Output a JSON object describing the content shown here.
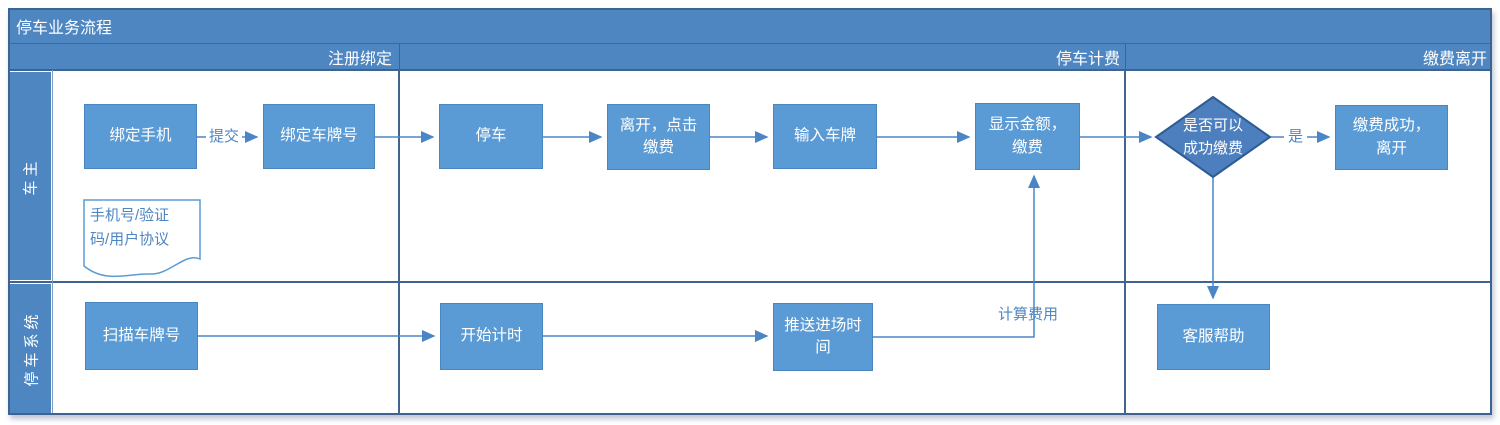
{
  "title": "停车业务流程",
  "phases": [
    {
      "label": "注册绑定"
    },
    {
      "label": "停车计费"
    },
    {
      "label": "缴费离开"
    }
  ],
  "lanes": [
    {
      "label": "车主"
    },
    {
      "label": "停车系统"
    }
  ],
  "nodes": {
    "bind_phone": {
      "label": "绑定手机"
    },
    "bind_plate": {
      "label": "绑定车牌号"
    },
    "park": {
      "label": "停车"
    },
    "leave_click_pay": {
      "label": "离开，点击\n缴费"
    },
    "enter_plate": {
      "label": "输入车牌"
    },
    "show_amount_pay": {
      "label": "显示金额，\n缴费"
    },
    "can_pay_succeed": {
      "label": "是否可以\n成功缴费"
    },
    "pay_success_leave": {
      "label": "缴费成功，\n离开"
    },
    "scan_plate": {
      "label": "扫描车牌号"
    },
    "start_timing": {
      "label": "开始计时"
    },
    "push_entry_time": {
      "label": "推送进场时\n间"
    },
    "customer_service": {
      "label": "客服帮助"
    }
  },
  "note": {
    "text": "手机号/验证\n码/用户协议"
  },
  "edge_labels": {
    "submit": "提交",
    "yes": "是",
    "calc_fee": "计算费用"
  },
  "colors": {
    "header_blue": "#4e86c1",
    "box_blue": "#5b9bd5",
    "diamond_blue": "#4d7fbe",
    "diamond_border": "#2d5c94",
    "connector_blue": "#4a85c6",
    "grid_dark": "#3e6390",
    "text_white": "#ffffff"
  }
}
